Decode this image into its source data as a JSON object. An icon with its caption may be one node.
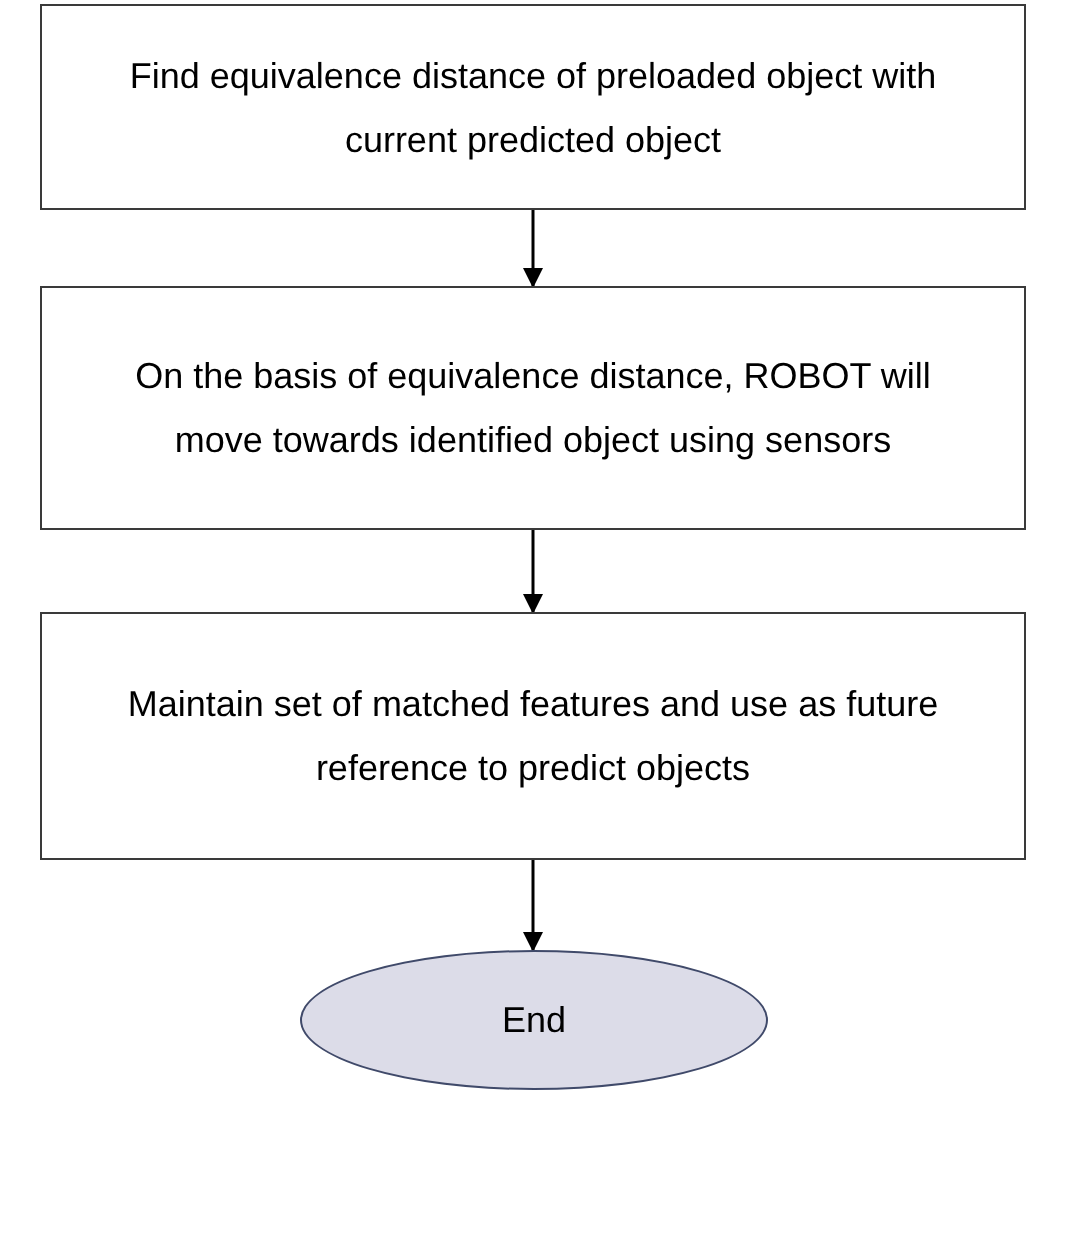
{
  "diagram": {
    "nodes": [
      {
        "text": [
          "Find equivalence distance of preloaded object with current predicted object"
        ]
      },
      {
        "text": [
          "On the basis of equivalence distance, ROBOT will move towards identified object using sensors"
        ]
      },
      {
        "text": [
          "Maintain set of matched features and use as future reference to predict objects"
        ]
      },
      {
        "text": [
          "End"
        ]
      }
    ],
    "edges": [
      {
        "from": 0,
        "to": 1,
        "arrow": "to"
      },
      {
        "from": 1,
        "to": 2,
        "arrow": "to"
      },
      {
        "from": 2,
        "to": 3,
        "arrow": "to"
      }
    ]
  }
}
